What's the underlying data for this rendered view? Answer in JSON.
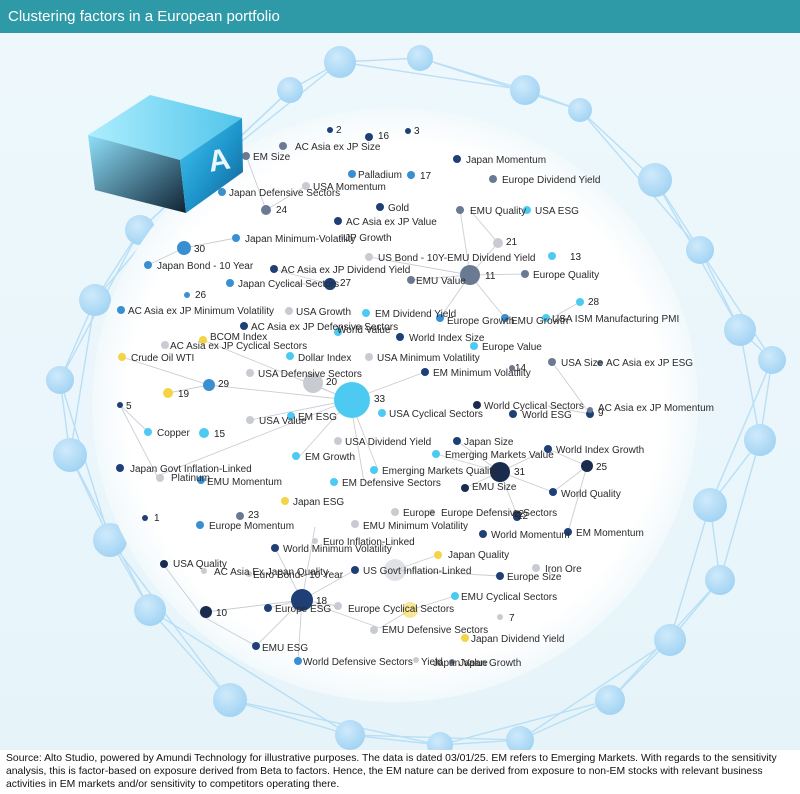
{
  "title": "Clustering factors in a European portfolio",
  "source_note": "Source: Alto Studio, powered by Amundi Technology for illustrative purposes. The data is dated 03/01/25. EM refers to Emerging Markets. With regards to the sensitivity analysis, this is factor-based on exposure derived from Beta to factors. Hence, the EM nature can be derived from exposure to non-EM stocks with relevant business activities in EM markets and/or sensitivity to competitors operating there.",
  "logo_letter": "A",
  "colors": {
    "header": "#2e9aa8",
    "dark_navy": "#1a2c4e",
    "navy": "#1f3f77",
    "slate": "#6a7a93",
    "grey": "#c8cbd1",
    "cyan": "#4ccaf2",
    "blue": "#3a8fd0",
    "yellow": "#f4d444",
    "halo": "#a9d8f5"
  },
  "cluster_labels": [
    "2",
    "3",
    "5",
    "7",
    "9",
    "10",
    "11",
    "12",
    "13",
    "14",
    "15",
    "16",
    "17",
    "18",
    "19",
    "20",
    "21",
    "22",
    "23",
    "24",
    "25",
    "26",
    "27",
    "28",
    "29",
    "30",
    "31",
    "33",
    "1"
  ],
  "factor_labels": [
    "AC Asia ex JP Size",
    "EM  Size",
    "Japan Momentum",
    "Palladium",
    "Europe Dividend Yield",
    "USA Momentum",
    "Japan Defensive Sectors",
    "Gold",
    "EMU Quality",
    "USA ESG",
    "AC Asia ex JP Value",
    "Japan Minimum-Volatility",
    "JP Growth",
    "US Bond - 10Y-EMU Dividend Yield",
    "Japan Bond - 10 Year",
    "AC Asia ex JP Dividend Yield",
    "EMU Value",
    "Europe Quality",
    "Japan Cyclical Sectors",
    "AC Asia ex JP Minimum Volatility",
    "USA Growth",
    "EM Dividend Yield",
    "Europe Growth",
    "EMU Growth",
    "USA ISM Manufacturing PMI",
    "AC Asia ex JP Defensive Sectors",
    "BCOM Index",
    "World Value",
    "World Index Size",
    "AC Asia ex JP Cyclical Sectors",
    "Europe Value",
    "Crude Oil WTI",
    "Dollar Index",
    "USA Minimum Volatility",
    "USA Size",
    "AC Asia ex JP ESG",
    "USA Defensive Sectors",
    "EM Minimum Volatility",
    "World Cyclical Sectors",
    "AC Asia ex JP Momentum",
    "USA Cyclical Sectors",
    "World ESG",
    "USA Value",
    "EM  ESG",
    "Copper",
    "USA Dividend Yield",
    "Japan Size",
    "World Index Growth",
    "EM  Growth",
    "Emerging Markets Value",
    "Japan Govt Inflation-Linked",
    "Emerging Markets Quality",
    "Platinum",
    "EMU Momentum",
    "EM Defensive Sectors",
    "EMU Size",
    "World Quality",
    "Japan ESG",
    "Europe",
    "Europe Defensive Sectors",
    "Europe Momentum",
    "EMU Minimum Volatility",
    "World Momentum",
    "EM Momentum",
    "Euro Inflation-Linked",
    "World Minimum Volatility",
    "Japan Quality",
    "USA Quality",
    "AC Asia Ex Japan Quality",
    "Euro Bond - 10 Year",
    "US Govt Inflation-Linked",
    "Iron Ore",
    "Europe Size",
    "Europe ESG",
    "Europe Cyclical Sectors",
    "EMU Cyclical Sectors",
    "EMU Defensive Sectors",
    "Japan Dividend Yield",
    "EMU ESG",
    "World Defensive Sectors",
    "Japan Growth",
    "Yield",
    "Japan Value"
  ]
}
